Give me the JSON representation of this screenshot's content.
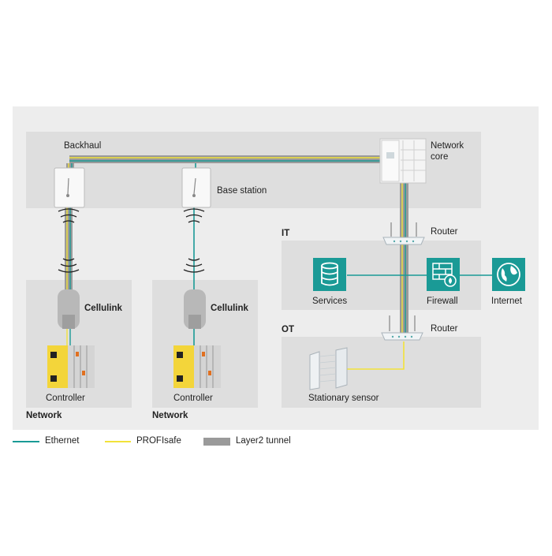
{
  "labels": {
    "backhaul": "Backhaul",
    "network_core": "Network\ncore",
    "base_station": "Base station",
    "cellulink_left": "Cellulink",
    "cellulink_right": "Cellulink",
    "controller_left": "Controller",
    "controller_right": "Controller",
    "network_left": "Network",
    "network_right": "Network",
    "it": "IT",
    "ot": "OT",
    "router_it": "Router",
    "router_ot": "Router",
    "services": "Services",
    "firewall": "Firewall",
    "internet": "Internet",
    "stationary_sensor": "Stationary sensor"
  },
  "legend": [
    {
      "label": "Ethernet",
      "color": "#1a9a96"
    },
    {
      "label": "PROFIsafe",
      "color": "#f2e23a"
    },
    {
      "label": "Layer2 tunnel",
      "color": "#9a9a9a"
    }
  ],
  "colors": {
    "outer_bg": "#ececec",
    "zone_bg": "#dcdcdc",
    "teal": "#1a9a96",
    "yellow": "#f2e23a",
    "tunnel": "#9a9a9a"
  }
}
